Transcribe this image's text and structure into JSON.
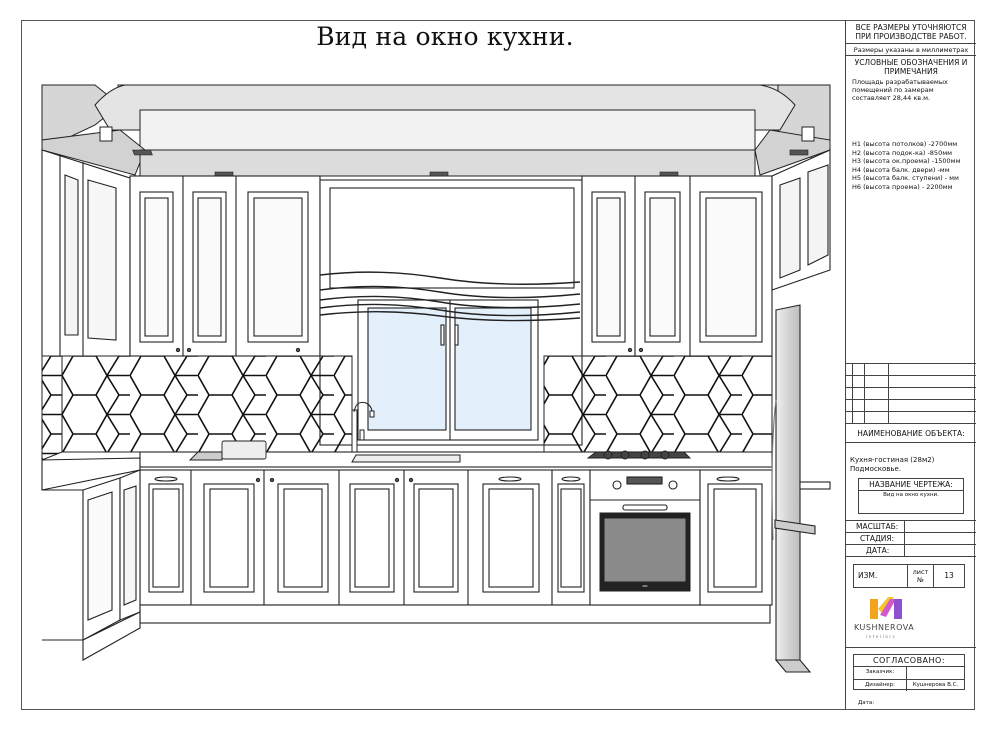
{
  "drawing": {
    "title": "Вид на окно кухни.",
    "subject": "kitchen elevation - window wall",
    "elements": [
      "crown-molding ceiling",
      "upper-cabinets-left",
      "upper-cabinets-right",
      "roman-blind",
      "window",
      "hexagon-tile-backsplash",
      "faucet",
      "sink",
      "bread-box",
      "cooktop",
      "built-in-oven",
      "base-cabinets",
      "refrigerator"
    ]
  },
  "title_block": {
    "notice_line1": "ВСЕ РАЗМЕРЫ УТОЧНЯЮТСЯ",
    "notice_line2": "ПРИ ПРОИЗВОДСТВЕ РАБОТ.",
    "units_note": "Размеры указаны в миллиметрах",
    "legend_title_1": "УСЛОВНЫЕ ОБОЗНАЧЕНИЯ И",
    "legend_title_2": "ПРИМЕЧАНИЯ",
    "area_note_1": "Площадь разрабатываемых",
    "area_note_2": "помещений по замерам",
    "area_note_3": "составляет  28,44 кв.м.",
    "heights": [
      "Н1 (высота потолков) -2700мм",
      "Н2 (высота подок-ка) -850мм",
      "Н3 (высота ок.проема) -1500мм",
      "Н4 (высота балк. двери) -мм",
      "Н5 (высота балк. ступени) - мм",
      "Н6 (высота проема) - 2200мм"
    ],
    "object_label": "НАИМЕНОВАНИЕ ОБЪЕКТА:",
    "object_name_1": "Кухня-гостиная (28м2)",
    "object_name_2": "Подмосковье.",
    "drawing_label": "НАЗВАНИЕ ЧЕРТЕЖА:",
    "drawing_name": "Вид на окно кухни.",
    "scale_label": "МАСШТАБ:",
    "scale_value": "",
    "stage_label": "СТАДИЯ:",
    "stage_value": "",
    "date_label": "ДАТА:",
    "date_value": "",
    "rev_label": "ИЗМ.",
    "sheet_label_1": "лист",
    "sheet_label_2": "№",
    "sheet_number": "13",
    "logo_name": "KUSHNEROVA",
    "logo_sub": "interiors",
    "approved_label": "СОГЛАСОВАНО:",
    "client_label": "Заказчик:",
    "client_value": "",
    "designer_label": "Дизайнер:",
    "designer_value": "Кушнерова В.С.",
    "sign_date_label": "Дата:"
  },
  "colors": {
    "line": "#222222",
    "ceiling_grey": "#d6d6d6",
    "glass": "#e3effa",
    "oven_glass": "#8a8a8a",
    "fridge": "#d9d9d9",
    "logo_orange": "#f4a41c",
    "logo_purple": "#8e4fd0",
    "logo_pink": "#d25ac8"
  }
}
